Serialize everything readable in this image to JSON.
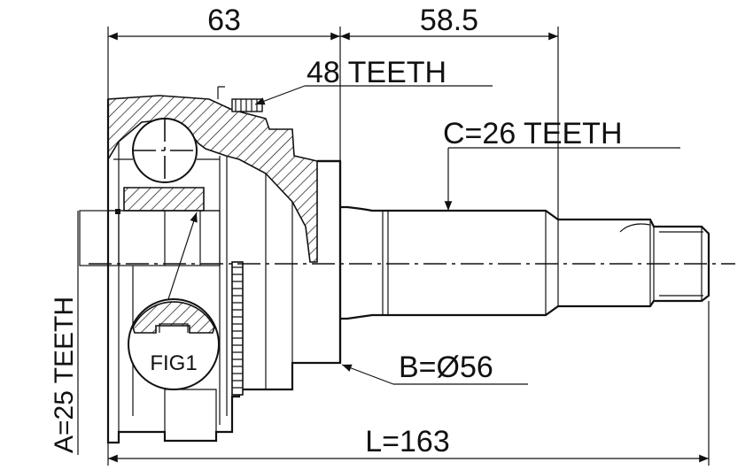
{
  "dimensions": {
    "left_length": "63",
    "right_length": "58.5",
    "total_length": "L=163"
  },
  "callouts": {
    "outer_teeth": "48 TEETH",
    "shaft_teeth": "C=26 TEETH",
    "diameter": "B=Ø56",
    "inner_teeth": "A=25 TEETH",
    "figure_label": "FIG1"
  }
}
